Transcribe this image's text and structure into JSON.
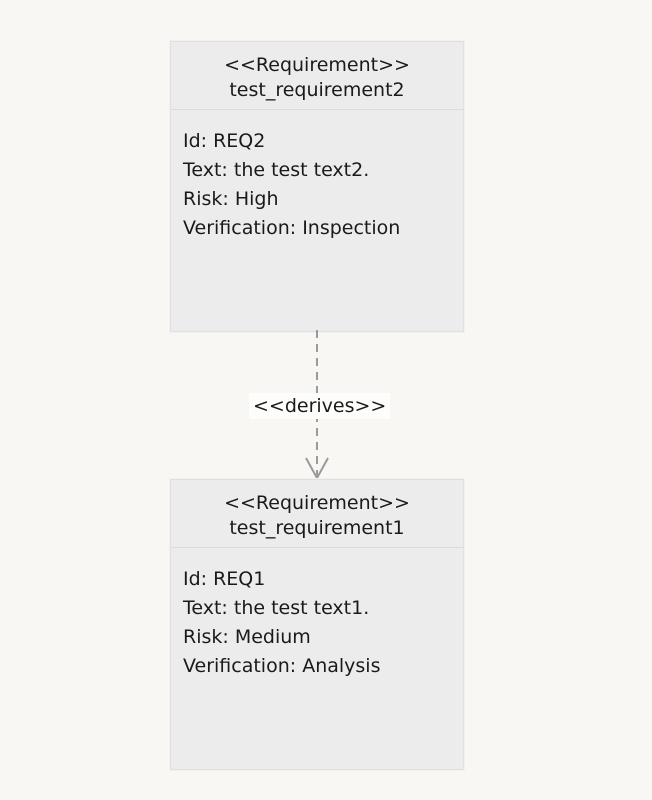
{
  "diagram": {
    "type": "sysml-requirement-diagram",
    "background_color": "#f8f7f3",
    "block_fill_color": "#ececec",
    "block_border_color": "#e0e0e0",
    "text_color": "#1a1a1a"
  },
  "blocks": [
    {
      "id": "requirement2",
      "stereotype": "<<Requirement>>",
      "name": "test_requirement2",
      "attributes": [
        "Id: REQ2",
        "Text: the test text2.",
        "Risk: High",
        "Verification: Inspection"
      ]
    },
    {
      "id": "requirement1",
      "stereotype": "<<Requirement>>",
      "name": "test_requirement1",
      "attributes": [
        "Id: REQ1",
        "Text: the test text1.",
        "Risk: Medium",
        "Verification: Analysis"
      ]
    }
  ],
  "connector": {
    "label": "<<derives>>",
    "style": "dashed",
    "arrowhead": "open",
    "source": "test_requirement2",
    "target": "test_requirement1",
    "line_color": "#9a9a9a"
  }
}
